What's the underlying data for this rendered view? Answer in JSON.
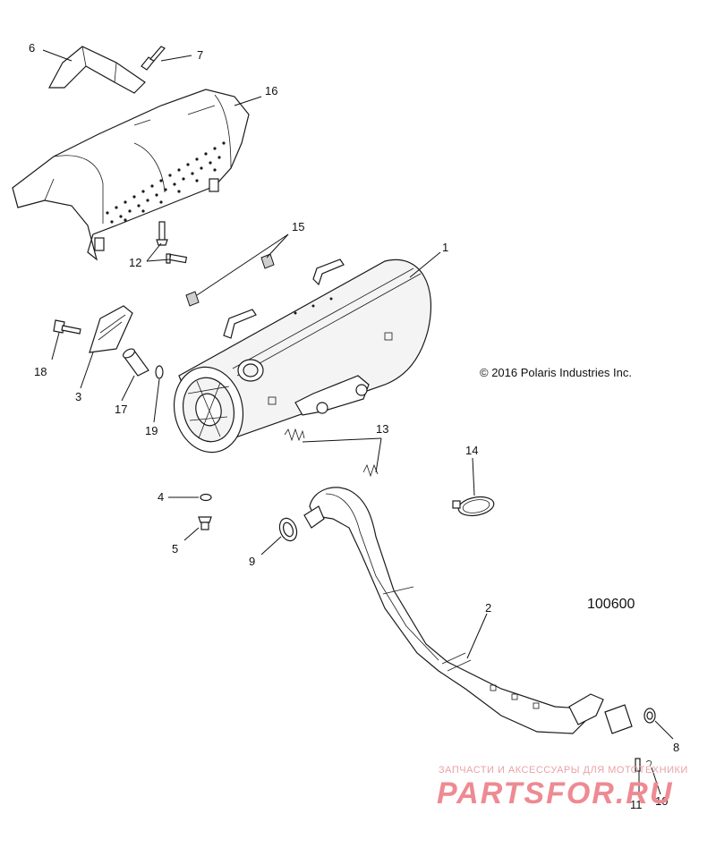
{
  "diagram": {
    "copyright": "© 2016 Polaris Industries Inc.",
    "figure_number": "100600",
    "watermark": {
      "top_text": "ЗАПЧАСТИ И АКСЕССУАРЫ ДЛЯ МОТОТЕХНИКИ",
      "logo_text": "PARTSFOR.RU"
    },
    "callouts": {
      "c1": "1",
      "c2": "2",
      "c3": "3",
      "c4": "4",
      "c5": "5",
      "c6": "6",
      "c7": "7",
      "c8": "8",
      "c9": "9",
      "c10": "10",
      "c11": "11",
      "c12": "12",
      "c13": "13",
      "c14": "14",
      "c15": "15",
      "c16": "16",
      "c17": "17",
      "c18": "18",
      "c19": "19"
    }
  }
}
